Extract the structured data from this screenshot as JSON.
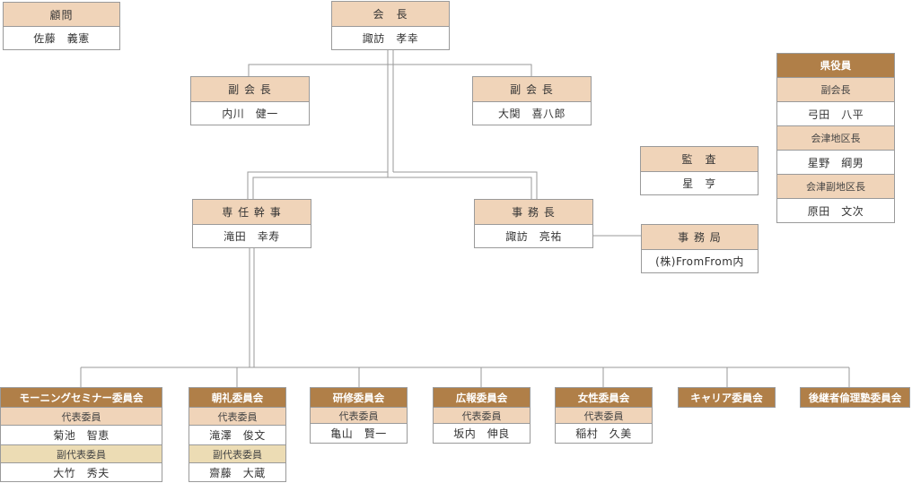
{
  "advisor": {
    "title": "顧問",
    "name": "佐藤　義憲"
  },
  "president": {
    "title": "会　長",
    "name": "諏訪　孝幸"
  },
  "vp_left": {
    "title": "副 会 長",
    "name": "内川　健一"
  },
  "vp_right": {
    "title": "副 会 長",
    "name": "大関　喜八郎"
  },
  "auditor": {
    "title": "監　査",
    "name": "星　亨"
  },
  "managing_director": {
    "title": "専 任 幹 事",
    "name": "滝田　幸寿"
  },
  "secretary_general": {
    "title": "事 務 長",
    "name": "諏訪　亮祐"
  },
  "secretariat": {
    "title": "事 務 局",
    "name": "(株)FromFrom内"
  },
  "prefecture": {
    "title": "県役員",
    "roles": [
      {
        "role": "副会長",
        "name": "弓田　八平"
      },
      {
        "role": "会津地区長",
        "name": "星野　綱男"
      },
      {
        "role": "会津副地区長",
        "name": "原田　文次"
      }
    ]
  },
  "committees": {
    "morning": {
      "title": "モーニングセミナー委員会",
      "rep_label": "代表委員",
      "rep": "菊池　智恵",
      "vice_label": "副代表委員",
      "vice": "大竹　秀夫"
    },
    "asarei": {
      "title": "朝礼委員会",
      "rep_label": "代表委員",
      "rep": "滝澤　俊文",
      "vice_label": "副代表委員",
      "vice": "齋藤　大蔵"
    },
    "kenshu": {
      "title": "研修委員会",
      "rep_label": "代表委員",
      "rep": "亀山　賢一"
    },
    "koho": {
      "title": "広報委員会",
      "rep_label": "代表委員",
      "rep": "坂内　伸良"
    },
    "josei": {
      "title": "女性委員会",
      "rep_label": "代表委員",
      "rep": "稲村　久美"
    },
    "career": {
      "title": "キャリア委員会"
    },
    "koukeisha": {
      "title": "後継者倫理塾委員会"
    }
  }
}
